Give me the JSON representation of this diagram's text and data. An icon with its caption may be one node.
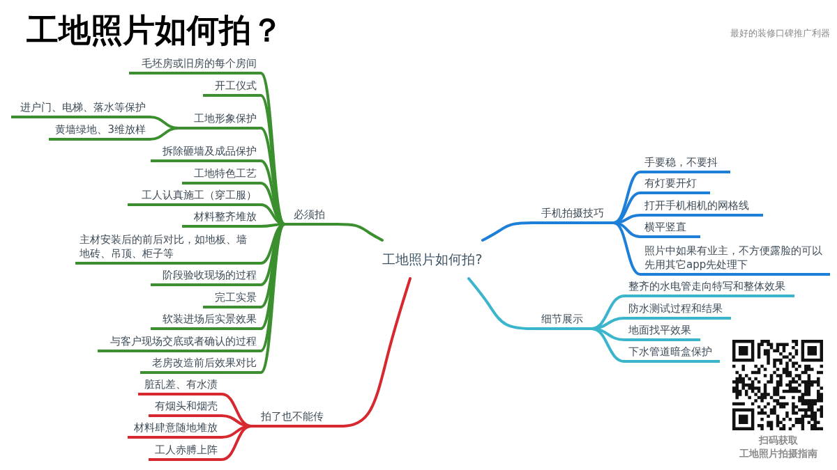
{
  "diagram": {
    "title": "工地照片如何拍？",
    "nodes": [
      {
        "text": [
          "工地照片如何拍?"
        ]
      },
      {
        "text": [
          "必须拍"
        ]
      },
      {
        "text": [
          "毛坯房或旧房的每个房间"
        ]
      },
      {
        "text": [
          "开工仪式"
        ]
      },
      {
        "text": [
          "工地形象保护"
        ]
      },
      {
        "text": [
          "进户门、电梯、落水等保护"
        ]
      },
      {
        "text": [
          "黄墙绿地、3维放样"
        ]
      },
      {
        "text": [
          "拆除砸墙及成品保护"
        ]
      },
      {
        "text": [
          "工地特色工艺"
        ]
      },
      {
        "text": [
          "工人认真施工（穿工服）"
        ]
      },
      {
        "text": [
          "材料整齐堆放"
        ]
      },
      {
        "text": [
          "主材安装后的前后对比，如地板、墙地砖、吊顶、柜子等"
        ]
      },
      {
        "text": [
          "阶段验收现场的过程"
        ]
      },
      {
        "text": [
          "完工实景"
        ]
      },
      {
        "text": [
          "软装进场后实景效果"
        ]
      },
      {
        "text": [
          "与客户现场交底或者确认的过程"
        ]
      },
      {
        "text": [
          "老房改造前后效果对比"
        ]
      },
      {
        "text": [
          "拍了也不能传"
        ]
      },
      {
        "text": [
          "脏乱差、有水渍"
        ]
      },
      {
        "text": [
          "有烟头和烟壳"
        ]
      },
      {
        "text": [
          "材料肆意随地堆放"
        ]
      },
      {
        "text": [
          "工人赤膊上阵"
        ]
      },
      {
        "text": [
          "手机拍摄技巧"
        ]
      },
      {
        "text": [
          "手要稳，不要抖"
        ]
      },
      {
        "text": [
          "有灯要开灯"
        ]
      },
      {
        "text": [
          "打开手机相机的网格线"
        ]
      },
      {
        "text": [
          "横平竖直"
        ]
      },
      {
        "text": [
          "照片中如果有业主，不方便露脸的可以先用其它app先处理下"
        ]
      },
      {
        "text": [
          "细节展示"
        ]
      },
      {
        "text": [
          "整齐的水电管走向特写和整体效果"
        ]
      },
      {
        "text": [
          "防水测试过程和结果"
        ]
      },
      {
        "text": [
          "地面找平效果"
        ]
      },
      {
        "text": [
          "下水管道暗盒保护"
        ]
      }
    ],
    "edges": [
      {
        "from": 0,
        "to": 1,
        "arrow": "none"
      },
      {
        "from": 1,
        "to": 2,
        "arrow": "none"
      },
      {
        "from": 1,
        "to": 3,
        "arrow": "none"
      },
      {
        "from": 1,
        "to": 4,
        "arrow": "none"
      },
      {
        "from": 4,
        "to": 5,
        "arrow": "none"
      },
      {
        "from": 4,
        "to": 6,
        "arrow": "none"
      },
      {
        "from": 1,
        "to": 7,
        "arrow": "none"
      },
      {
        "from": 1,
        "to": 8,
        "arrow": "none"
      },
      {
        "from": 1,
        "to": 9,
        "arrow": "none"
      },
      {
        "from": 1,
        "to": 10,
        "arrow": "none"
      },
      {
        "from": 1,
        "to": 11,
        "arrow": "none"
      },
      {
        "from": 1,
        "to": 12,
        "arrow": "none"
      },
      {
        "from": 1,
        "to": 13,
        "arrow": "none"
      },
      {
        "from": 1,
        "to": 14,
        "arrow": "none"
      },
      {
        "from": 1,
        "to": 15,
        "arrow": "none"
      },
      {
        "from": 1,
        "to": 16,
        "arrow": "none"
      },
      {
        "from": 0,
        "to": 17,
        "arrow": "none",
        "color": "#d7282f"
      },
      {
        "from": 17,
        "to": 18,
        "arrow": "none",
        "color": "#d7282f"
      },
      {
        "from": 17,
        "to": 19,
        "arrow": "none",
        "color": "#d7282f"
      },
      {
        "from": 17,
        "to": 20,
        "arrow": "none",
        "color": "#d7282f"
      },
      {
        "from": 17,
        "to": 21,
        "arrow": "none",
        "color": "#d7282f"
      },
      {
        "from": 0,
        "to": 22,
        "arrow": "none",
        "color": "#1e7fd8"
      },
      {
        "from": 22,
        "to": 23,
        "arrow": "none",
        "color": "#1e7fd8"
      },
      {
        "from": 22,
        "to": 24,
        "arrow": "none",
        "color": "#1e7fd8"
      },
      {
        "from": 22,
        "to": 25,
        "arrow": "none",
        "color": "#1e7fd8"
      },
      {
        "from": 22,
        "to": 26,
        "arrow": "none",
        "color": "#1e7fd8"
      },
      {
        "from": 22,
        "to": 27,
        "arrow": "none",
        "color": "#1e7fd8"
      },
      {
        "from": 0,
        "to": 28,
        "arrow": "none",
        "color": "#3bb5cc"
      },
      {
        "from": 28,
        "to": 29,
        "arrow": "none",
        "color": "#3bb5cc"
      },
      {
        "from": 28,
        "to": 30,
        "arrow": "none",
        "color": "#3bb5cc"
      },
      {
        "from": 28,
        "to": 31,
        "arrow": "none",
        "color": "#3bb5cc"
      },
      {
        "from": 28,
        "to": 32,
        "arrow": "none",
        "color": "#3bb5cc"
      }
    ],
    "labels": [
      "最好的装修口碑推广利器",
      "扫码获取",
      "工地照片拍摄指南"
    ]
  }
}
